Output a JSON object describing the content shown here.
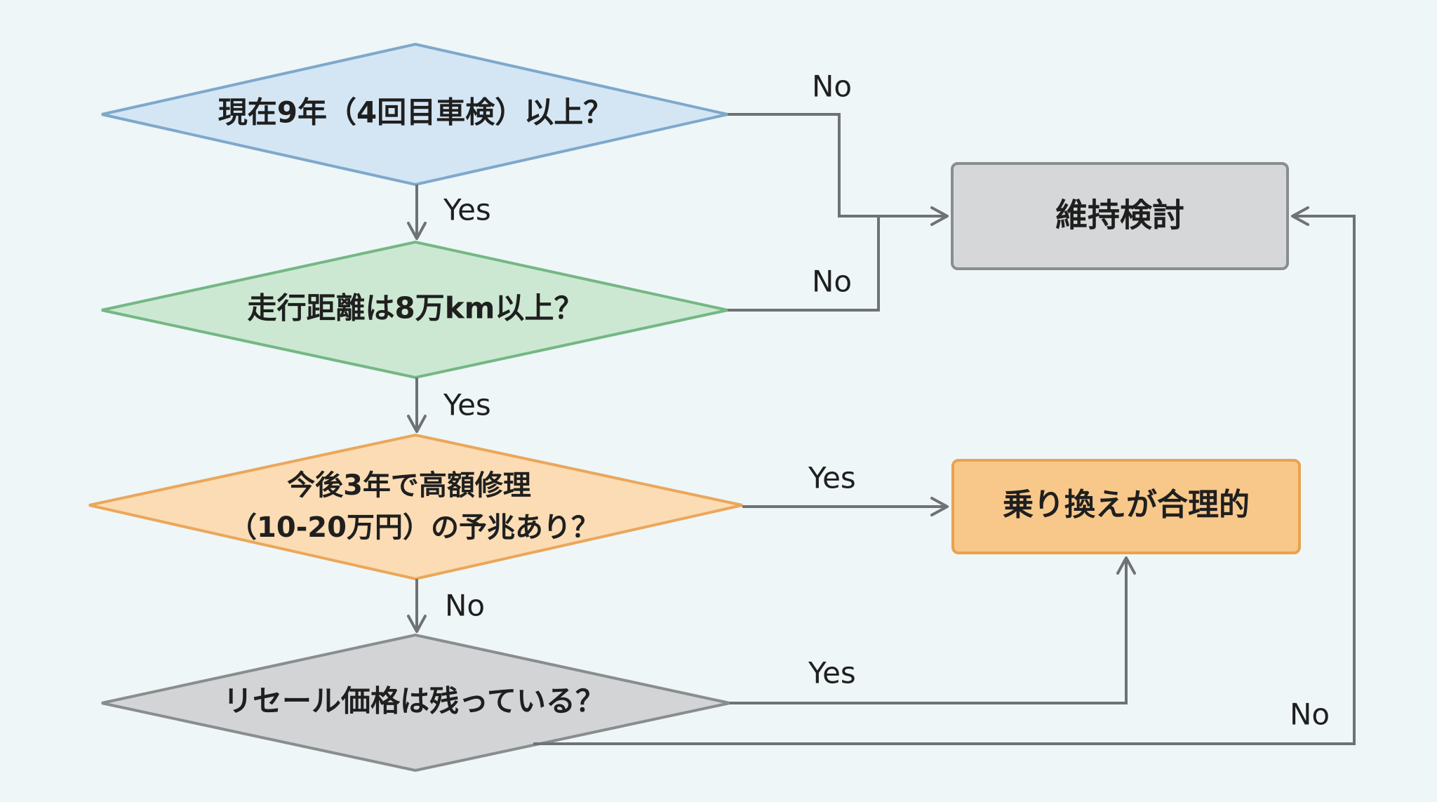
{
  "nodes": {
    "q1": {
      "label": "現在9年（4回目車検）以上？",
      "fill": "#d4e6f4",
      "stroke": "#7ea8cc"
    },
    "q2": {
      "label": "走行距離は8万km以上？",
      "fill": "#cce8d2",
      "stroke": "#74b784"
    },
    "q3": {
      "line1": "今後3年で高額修理",
      "line2": "（10-20万円）の予兆あり？",
      "fill": "#fbdcb4",
      "stroke": "#eaa75a"
    },
    "q4": {
      "label": "リセール価格は残っている？",
      "fill": "#d2d4d6",
      "stroke": "#8a8d90"
    },
    "keep": {
      "label": "維持検討",
      "fill": "#d6d7d9",
      "stroke": "#8a8d90"
    },
    "replace": {
      "label": "乗り換えが合理的",
      "fill": "#f8c88a",
      "stroke": "#e9a24f"
    }
  },
  "edges": {
    "q1_no": "No",
    "q1_yes": "Yes",
    "q2_no": "No",
    "q2_yes": "Yes",
    "q3_yes": "Yes",
    "q3_no": "No",
    "q4_yes": "Yes",
    "q4_no": "No"
  }
}
